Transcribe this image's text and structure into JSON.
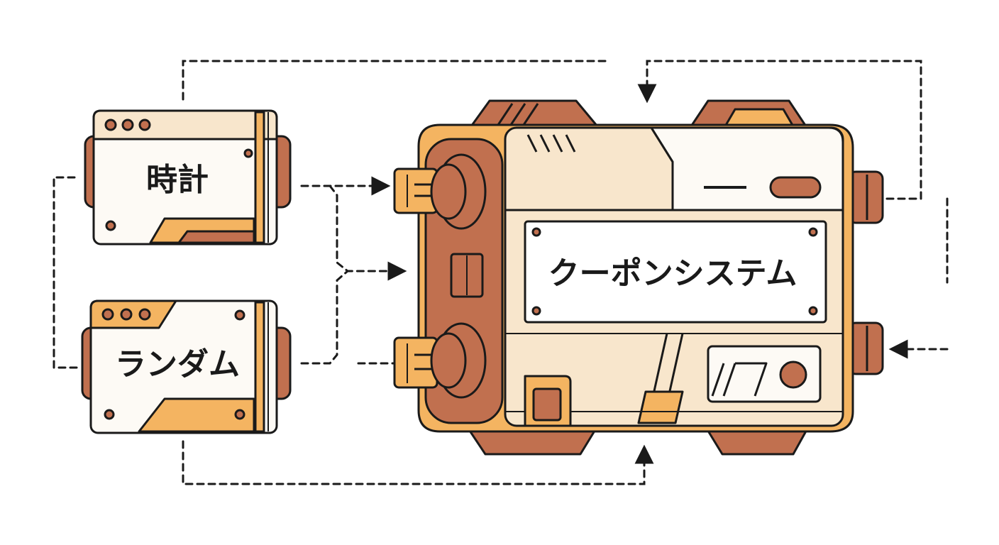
{
  "nodes": {
    "clock": {
      "label": "時計"
    },
    "random": {
      "label": "ランダム"
    },
    "coupon": {
      "label": "クーポンシステム"
    }
  },
  "colors": {
    "outline": "#1a1a1a",
    "cream": "#f8e6cc",
    "panel": "#fdfaf5",
    "orange": "#f4b461",
    "brown": "#c1704f",
    "white": "#ffffff"
  }
}
